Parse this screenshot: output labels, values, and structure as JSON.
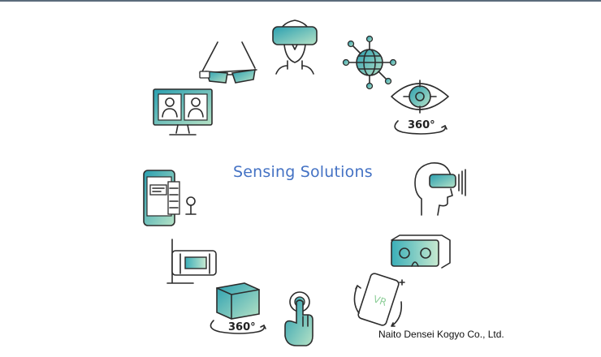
{
  "title": "Sensing Solutions",
  "company": "Naito Densei Kogyo Co., Ltd.",
  "labels": {
    "deg_eye": "360°",
    "deg_cube": "360°",
    "vr": "VR"
  },
  "colors": {
    "title": "#4472c4",
    "grad_start": "#2a9fb0",
    "grad_end": "#a8dcc0",
    "line": "#2c2c2c"
  },
  "icons": [
    "vr-headset-person-icon",
    "network-globe-icon",
    "eye-360-icon",
    "vr-headset-profile-icon",
    "cardboard-vr-icon",
    "vr-phone-rotate-icon",
    "touch-hand-icon",
    "cube-360-icon",
    "ar-room-icon",
    "smartphone-chat-icon",
    "video-call-monitor-icon",
    "smart-glasses-icon"
  ]
}
